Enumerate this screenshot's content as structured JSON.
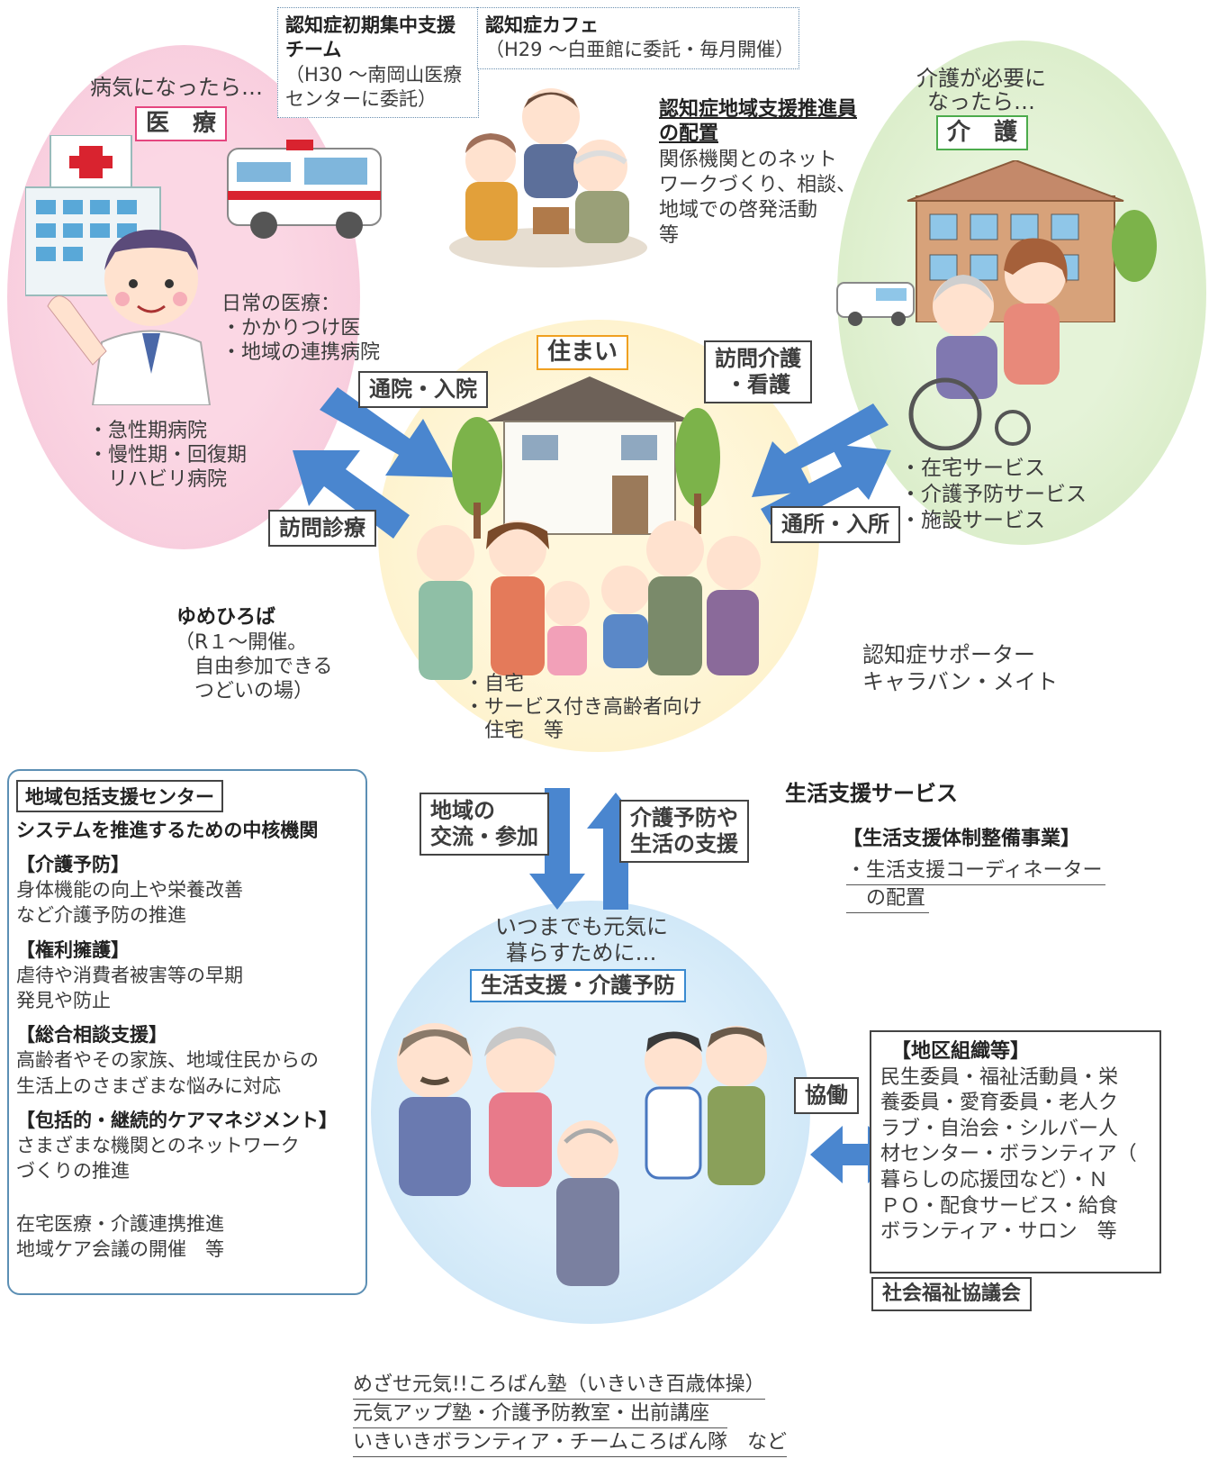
{
  "medical": {
    "intro": "病気になったら…",
    "label": "医　療",
    "daily_title": "日常の医療：",
    "daily_items": [
      "・かかりつけ医",
      "・地域の連携病院"
    ],
    "hospital_lines": [
      "・急性期病院",
      "・慢性期・回復期",
      "　リハビリ病院"
    ]
  },
  "dementia_team": {
    "title_line1": "認知症初期集中支援",
    "title_line2": "チーム",
    "note_line1": "（H30 ～南岡山医療",
    "note_line2": "センターに委託）"
  },
  "dementia_cafe": {
    "title": "認知症カフェ",
    "note": "（H29 ～白亜館に委託・毎月開催）"
  },
  "promoter": {
    "title_line1": "認知症地域支援推進員",
    "title_line2": "の配置",
    "lines": [
      "関係機関とのネット",
      "ワークづくり、相談、",
      "地域での啓発活動",
      "等"
    ]
  },
  "care": {
    "intro_line1": "介護が必要に",
    "intro_line2": "なったら…",
    "label": "介　護",
    "services": [
      "・在宅サービス",
      "・介護予防サービス",
      "・施設サービス"
    ]
  },
  "housing": {
    "label": "住まい",
    "items": [
      "・自宅",
      "・サービス付き高齢者向け",
      "　住宅　等"
    ]
  },
  "arrows": {
    "outpatient": "通院・入院",
    "home_visit_medical": "訪問診療",
    "home_visit_care_line1": "訪問介護",
    "home_visit_care_line2": "・看護",
    "daycare": "通所・入所",
    "community_line1": "地域の",
    "community_line2": "交流・参加",
    "support_line1": "介護予防や",
    "support_line2": "生活の支援",
    "cooperation": "協働"
  },
  "yumehiroba": {
    "title": "ゆめひろば",
    "lines": [
      "（R１～開催。",
      "　自由参加できる",
      "　つどいの場）"
    ]
  },
  "supporter": {
    "line1": "認知症サポーター",
    "line2": "キャラバン・メイト"
  },
  "life_support_service": {
    "title": "生活支援サービス",
    "project": "【生活支援体制整備事業】",
    "line1": "・生活支援コーディネーター",
    "line2": "　の配置"
  },
  "center": {
    "title": "地域包括支援センター",
    "subtitle": "システムを推進するための中核機関",
    "sections": [
      {
        "head": "【介護予防】",
        "lines": [
          "身体機能の向上や栄養改善",
          "など介護予防の推進"
        ]
      },
      {
        "head": "【権利擁護】",
        "lines": [
          "虐待や消費者被害等の早期",
          "発見や防止"
        ]
      },
      {
        "head": "【総合相談支援】",
        "lines": [
          "高齢者やその家族、地域住民からの",
          "生活上のさまざまな悩みに対応"
        ]
      },
      {
        "head": "【包括的・継続的ケアマネジメント】",
        "lines": [
          "さまざまな機関とのネットワーク",
          "づくりの推進"
        ]
      }
    ],
    "footer": [
      "在宅医療・介護連携推進",
      "地域ケア会議の開催　等"
    ]
  },
  "prevention": {
    "intro_line1": "いつまでも元気に",
    "intro_line2": "暮らすために…",
    "label": "生活支援・介護予防"
  },
  "district": {
    "title": "【地区組織等】",
    "lines": [
      "民生委員・福祉活動員・栄",
      "養委員・愛育委員・老人ク",
      "ラブ・自治会・シルバー人",
      "材センター・ボランティア（",
      "暮らしの応援団など）・Ｎ",
      "ＰＯ・配食サービス・給食",
      "ボランティア・サロン　等"
    ]
  },
  "council": "社会福祉協議会",
  "bottom_lines": [
    "めざせ元気!!ころばん塾（いきいき百歳体操）",
    "元気アップ塾・介護予防教室・出前講座",
    "いきいきボランティア・チームころばん隊　など"
  ],
  "colors": {
    "medical_zone": "#f6c6d9",
    "care_zone": "#d8ecc6",
    "housing_zone": "#fdf0c4",
    "prevention_zone": "#c7e3f6",
    "arrow_blue": "#4a86cf",
    "medical_border": "#e5467f",
    "care_border": "#4cab4c",
    "housing_border": "#f0a020",
    "prevention_border": "#3a8ad0",
    "center_border": "#5c8fb4"
  }
}
